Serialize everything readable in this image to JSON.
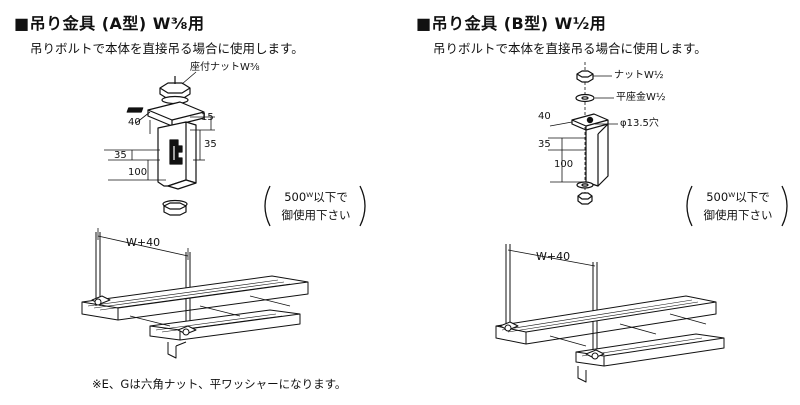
{
  "panel_a": {
    "title": "■吊り金具 (A型) W⅜用",
    "subtitle": "吊りボルトで本体を直接吊る場合に使用します。",
    "nut_label": "座付ナットW⅜",
    "dim_40": "40",
    "dim_15": "15",
    "dim_35_right": "35",
    "dim_35_left": "35",
    "dim_100": "100",
    "callout_line1": "500ᵂ以下で",
    "callout_line2": "御使用下さい",
    "tray_dim": "W+40"
  },
  "panel_b": {
    "title": "■吊り金具 (B型) W½用",
    "subtitle": "吊りボルトで本体を直接吊る場合に使用します。",
    "nut_label": "ナットW½",
    "washer_label": "平座金W½",
    "hole_label": "φ13.5穴",
    "dim_40": "40",
    "dim_35": "35",
    "dim_100": "100",
    "callout_line1": "500ᵂ以下で",
    "callout_line2": "御使用下さい",
    "tray_dim": "W+40"
  },
  "footnote": "※E、Gは六角ナット、平ワッシャーになります。"
}
